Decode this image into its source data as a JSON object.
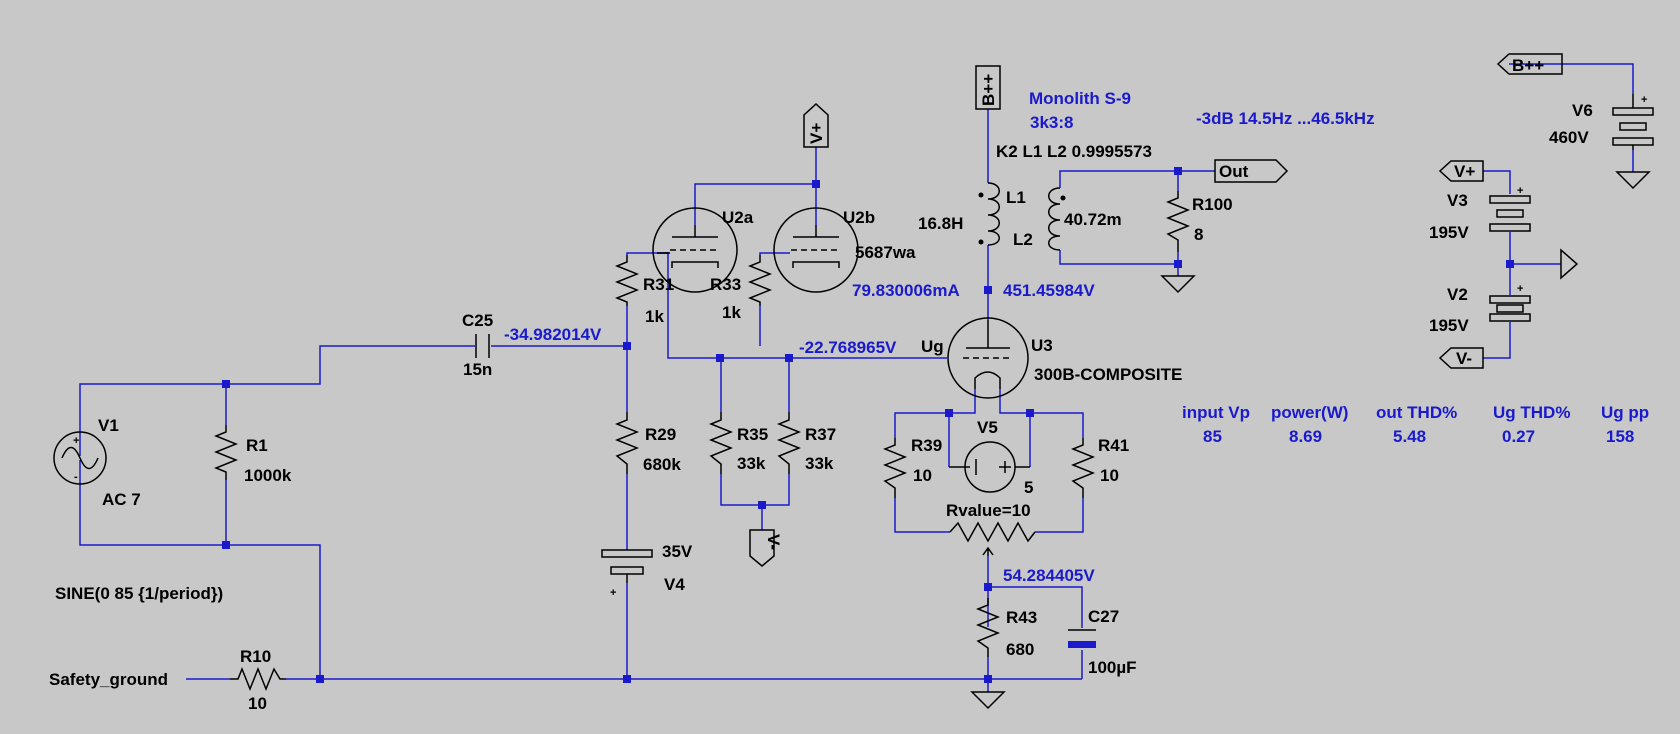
{
  "labels": {
    "v1_name": "V1",
    "v1_value": "AC 7",
    "v1_sine": "SINE(0 85 {1/period})",
    "r1_name": "R1",
    "r1_value": "1000k",
    "c25_name": "C25",
    "c25_value": "15n",
    "r31_name": "R31",
    "r31_value": "1k",
    "r33_name": "R33",
    "r33_value": "1k",
    "r29_name": "R29",
    "r29_value": "680k",
    "r35_name": "R35",
    "r35_value": "33k",
    "r37_name": "R37",
    "r37_value": "33k",
    "v4_name": "V4",
    "v4_value": "35V",
    "u2a_name": "U2a",
    "u2b_name": "U2b",
    "u2_model": "5687wa",
    "u3_name": "U3",
    "u3_model": "300B-COMPOSITE",
    "ug_label": "Ug",
    "r39_name": "R39",
    "r39_value": "10",
    "r41_name": "R41",
    "r41_value": "10",
    "v5_name": "V5",
    "v5_value": "5",
    "pot_value": "Rvalue=10",
    "r43_name": "R43",
    "r43_value": "680",
    "c27_name": "C27",
    "c27_value": "100µF",
    "r10_name": "R10",
    "r10_value": "10",
    "safety_ground": "Safety_ground",
    "l1_name": "L1",
    "l1_value": "16.8H",
    "l2_name": "L2",
    "l2_value": "40.72m",
    "k_statement": "K2 L1 L2 0.9995573",
    "r100_name": "R100",
    "r100_value": "8",
    "out_label": "Out",
    "v6_name": "V6",
    "v6_value": "460V",
    "v3_name": "V3",
    "v3_value": "195V",
    "v2_name": "V2",
    "v2_value": "195V",
    "net_vplus": "V+",
    "net_vminus": "V-",
    "net_bpp": "B++"
  },
  "annotations": {
    "transformer_model": "Monolith S-9",
    "transformer_ratio": "3k3:8",
    "bandwidth": "-3dB 14.5Hz ...46.5kHz"
  },
  "probes": {
    "grid_node": "-34.982014V",
    "cathode_node": "-22.768965V",
    "plate_current": "79.830006mA",
    "plate_voltage": "451.45984V",
    "bias_node": "54.284405V"
  },
  "results": {
    "headers": [
      "input Vp",
      "power(W)",
      "out THD%",
      "Ug THD%",
      "Ug pp"
    ],
    "values": [
      "85",
      "8.69",
      "5.48",
      "0.27",
      "158"
    ]
  }
}
